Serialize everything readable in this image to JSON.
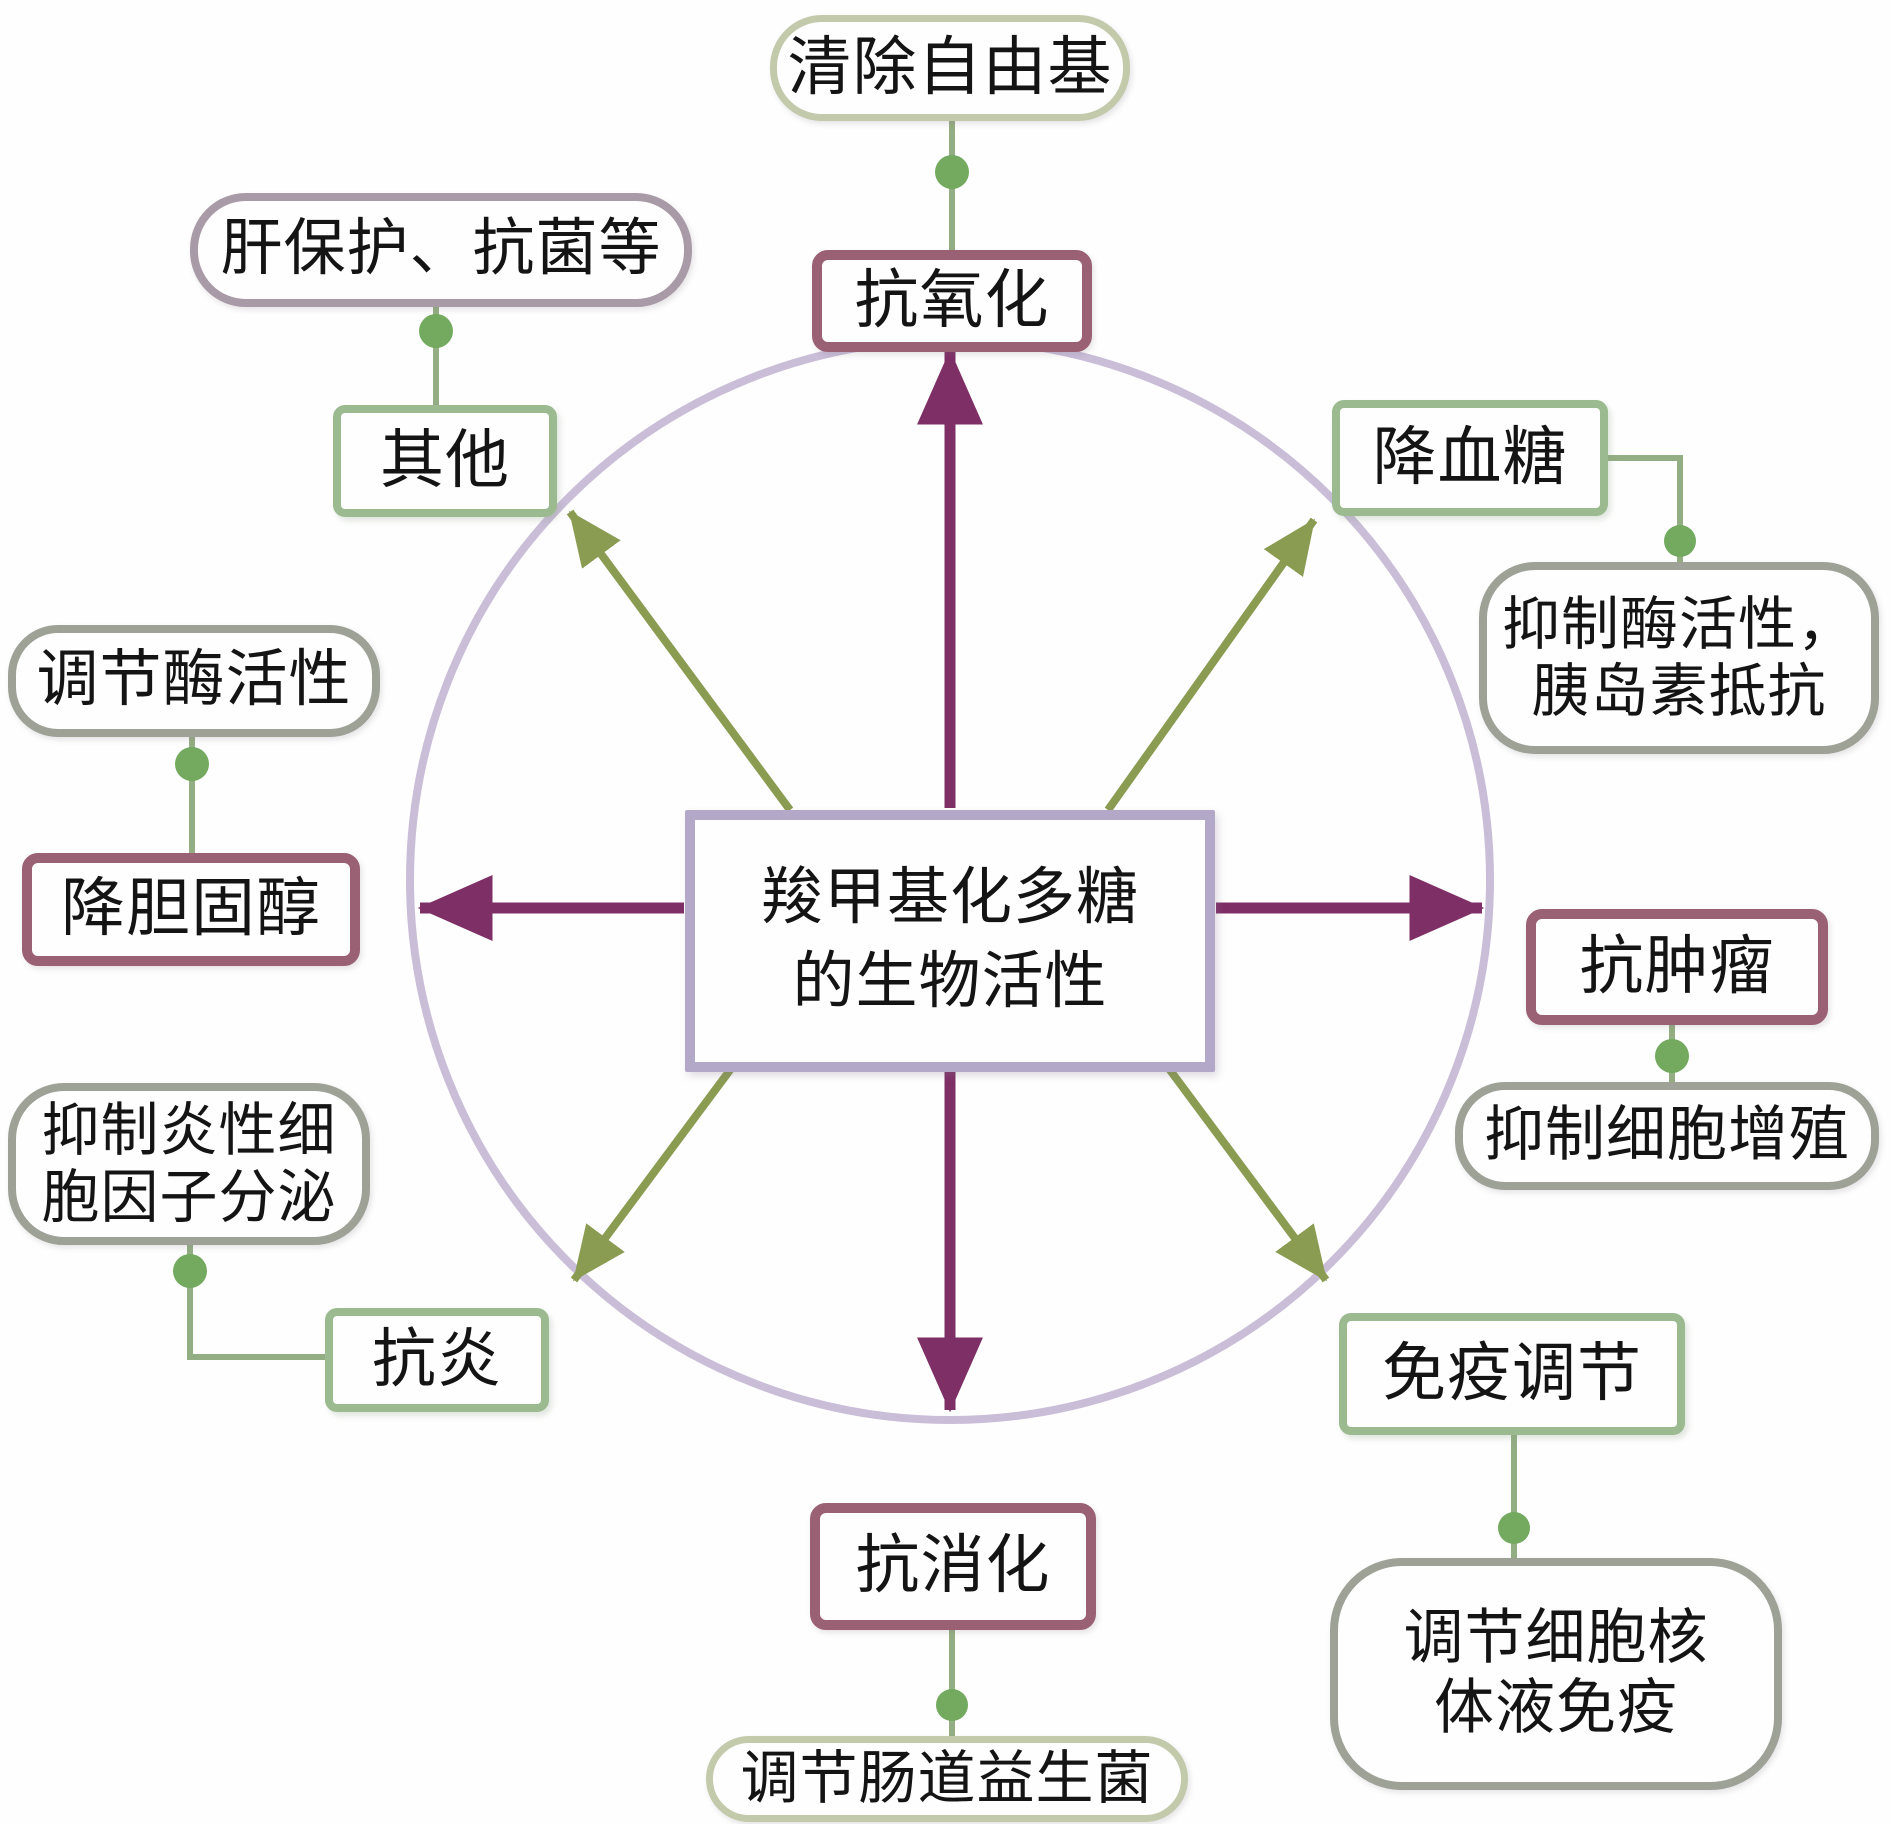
{
  "diagram": {
    "title": "羧甲基化多糖的生物活性",
    "type": "radial-mindmap"
  },
  "nodes": {
    "center": "羧甲基化多糖\n的生物活性",
    "free_radical": "清除自由基",
    "antioxidant": "抗氧化",
    "liver_protection": "肝保护、抗菌等",
    "other": "其他",
    "hypoglycemic": "降血糖",
    "enzyme_insulin": "抑制酶活性，\n胰岛素抵抗",
    "enzyme_activity": "调节酶活性",
    "cholesterol": "降胆固醇",
    "cytokine": "抑制炎性细\n胞因子分泌",
    "anti_inflammatory": "抗炎",
    "anti_digestion": "抗消化",
    "probiotics": "调节肠道益生菌",
    "antitumor": "抗肿瘤",
    "proliferation": "抑制细胞增殖",
    "immune": "免疫调节",
    "immunity_detail": "调节细胞核\n体液免疫"
  },
  "colors": {
    "purple_arrow": "#7e2f66",
    "green_arrow": "#8a9c52",
    "hub_circle": "#c9bdd8",
    "maroon_border": "#9a6073",
    "green_border": "#9cba90",
    "sage_border": "#c3c9ab",
    "mauve_border": "#a89aa6",
    "gray_border": "#9da196",
    "center_border": "#b3a8c7",
    "connector_line": "#94ae83",
    "connector_dot": "#73aa5f",
    "text": "#141414"
  }
}
